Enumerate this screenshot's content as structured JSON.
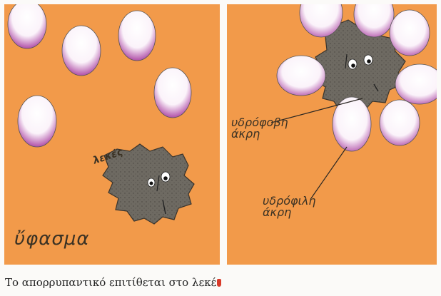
{
  "panels": {
    "left": {
      "fabric_label": "ὔφασμα",
      "stain_label": "λεκές"
    },
    "right": {
      "hydrophobic_label": [
        "υδρόφοβη",
        "άκρη"
      ],
      "hydrophilic_label": [
        "υδρόφιλη",
        "άκρη"
      ]
    }
  },
  "caption": "Το απορρυπαντικό επιτίθεται στο λεκέ",
  "colors": {
    "background": "#f29a4a",
    "stain": "#6e6a62",
    "bubble_tint": "#b04fa8"
  },
  "icons": {
    "stain": "stain-blob-icon",
    "detergent": "detergent-molecule-icon"
  }
}
